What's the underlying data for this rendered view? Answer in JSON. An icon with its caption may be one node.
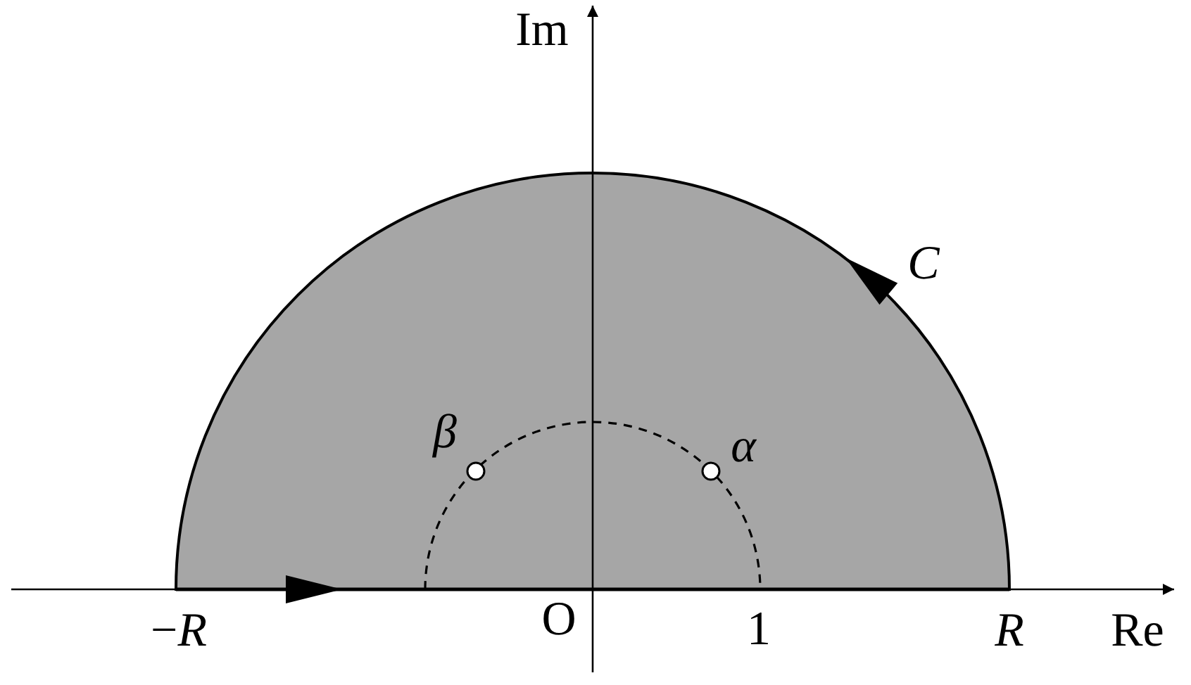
{
  "diagram": {
    "labels": [
      "Im",
      "*C*",
      "*β*",
      "*α*",
      "−*R*",
      "O",
      "1",
      "*R*",
      "Re"
    ]
  }
}
